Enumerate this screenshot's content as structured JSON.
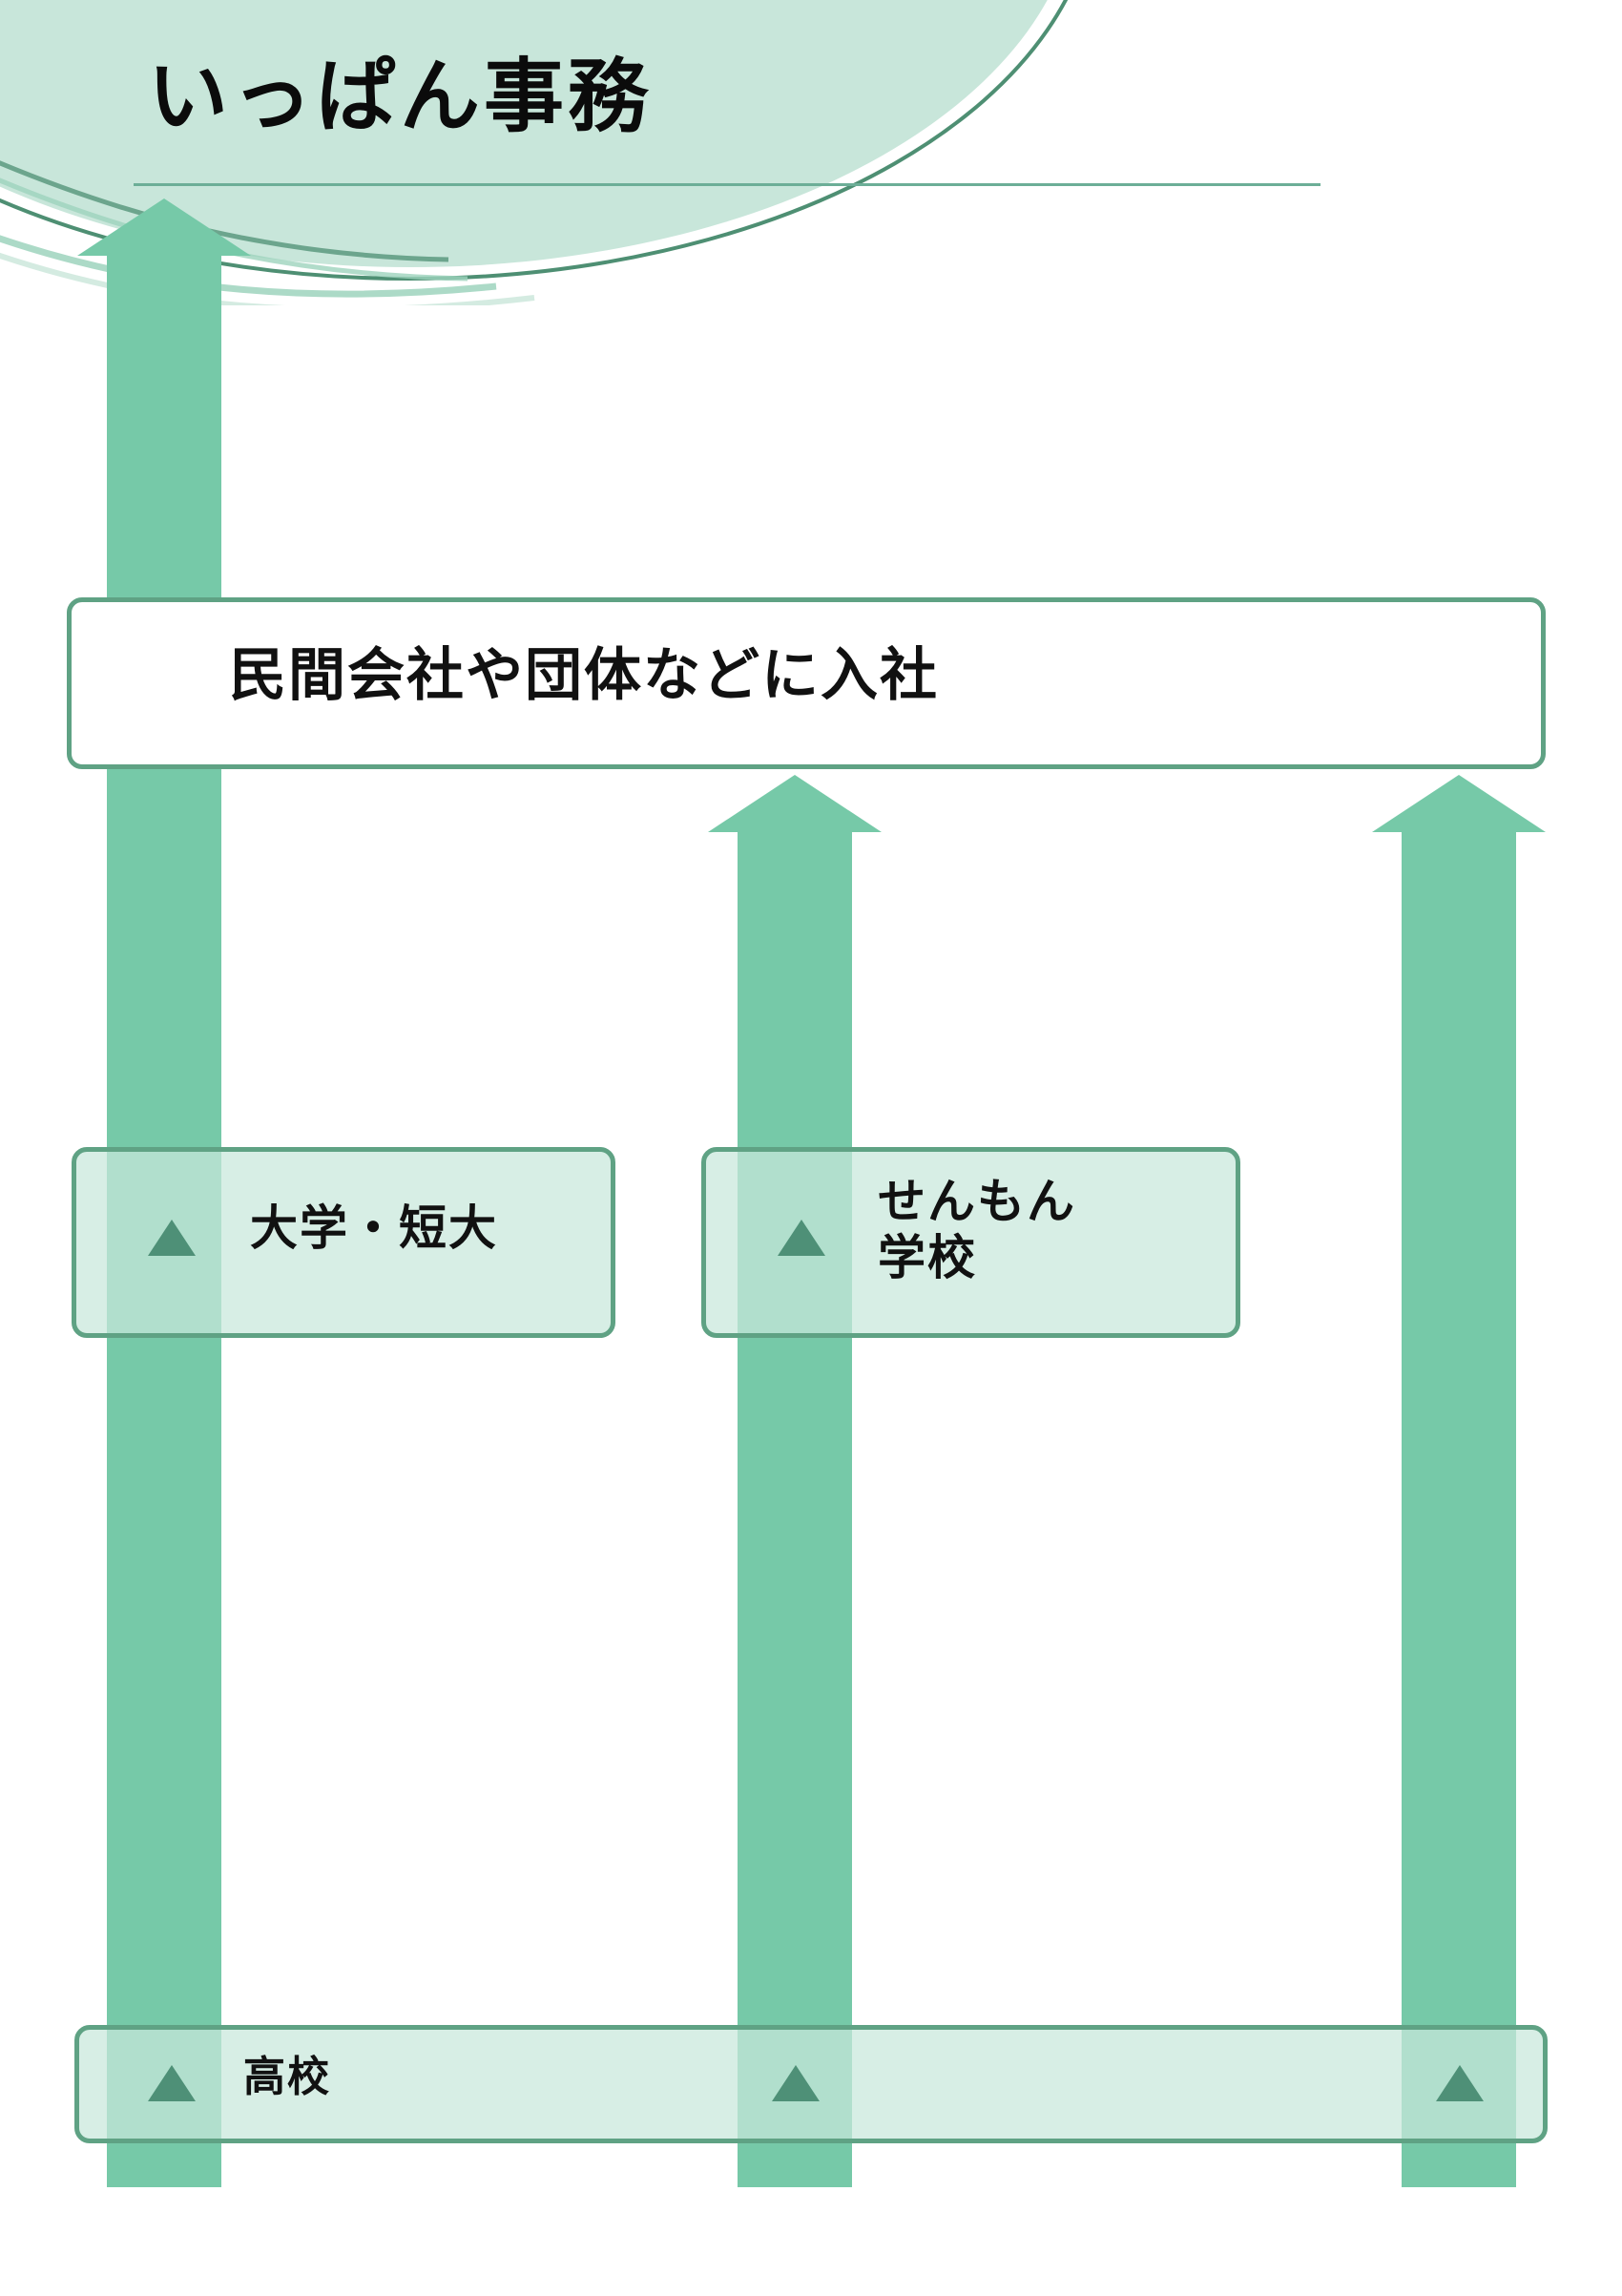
{
  "page": {
    "title": "いっぱん事務",
    "background_color": "#ffffff"
  },
  "colors": {
    "arrow_fill": "#76c9a8",
    "box_border": "#5fa284",
    "box_mint_fill": "#c8e8db",
    "header_blob_fill": "#c8e6da",
    "header_outline": "#4e8f73",
    "title_rule": "#6cae97",
    "triangle_marker": "#4e9077",
    "text": "#111111"
  },
  "header": {
    "blob_name": "decorative-green-blob",
    "outline_curve_name": "decorative-outline-curve",
    "rule_name": "title-underline-rule"
  },
  "main_box": {
    "label": "民間会社や団体などに入社"
  },
  "mid_boxes": [
    {
      "label": "大学・短大",
      "marker": "up-triangle"
    },
    {
      "label": "せんもん\n学校",
      "marker": "up-triangle"
    }
  ],
  "bottom_bar": {
    "label": "高校",
    "markers": [
      "up-triangle",
      "up-triangle",
      "up-triangle"
    ]
  },
  "arrows": [
    {
      "name": "arrow-koukou-to-daigaku-to-nyuusha",
      "direction": "up"
    },
    {
      "name": "arrow-koukou-to-senmon-to-nyuusha",
      "direction": "up"
    },
    {
      "name": "arrow-koukou-to-nyuusha",
      "direction": "up"
    }
  ],
  "chart_data": {
    "type": "diagram",
    "title": "いっぱん事務",
    "description": "Career pathway flow diagram: three upward routes from 高校 to 民間会社や団体などに入社",
    "nodes": [
      {
        "id": "koukou",
        "label": "高校",
        "level": 0
      },
      {
        "id": "daigaku",
        "label": "大学・短大",
        "level": 1
      },
      {
        "id": "senmon",
        "label": "せんもん学校",
        "level": 1
      },
      {
        "id": "nyuusha",
        "label": "民間会社や団体などに入社",
        "level": 2
      }
    ],
    "edges": [
      {
        "from": "koukou",
        "to": "daigaku"
      },
      {
        "from": "daigaku",
        "to": "nyuusha"
      },
      {
        "from": "koukou",
        "to": "senmon"
      },
      {
        "from": "senmon",
        "to": "nyuusha"
      },
      {
        "from": "koukou",
        "to": "nyuusha"
      }
    ]
  }
}
